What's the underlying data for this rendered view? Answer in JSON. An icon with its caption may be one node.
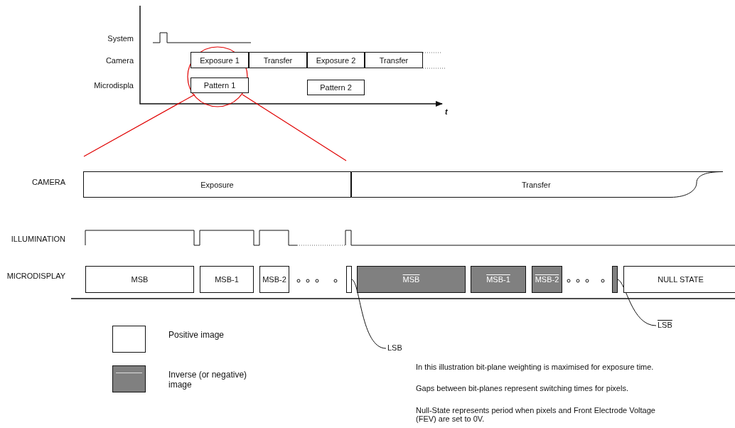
{
  "diagram": {
    "nodes": [
      {
        "text": [
          "Exposure 1"
        ]
      },
      {
        "text": [
          "Transfer"
        ]
      },
      {
        "text": [
          "Exposure 2"
        ]
      },
      {
        "text": [
          "Transfer"
        ]
      },
      {
        "text": [
          "Pattern 1"
        ]
      },
      {
        "text": [
          "Pattern 2"
        ]
      },
      {
        "text": [
          "Exposure"
        ]
      },
      {
        "text": [
          "Transfer"
        ]
      },
      {
        "text": [
          "MSB"
        ]
      },
      {
        "text": [
          "MSB-1"
        ]
      },
      {
        "text": [
          "MSB-2"
        ]
      },
      {
        "text": [],
        "shape": "box"
      },
      {
        "text": [
          "MSB"
        ]
      },
      {
        "text": [
          "MSB-1"
        ]
      },
      {
        "text": [
          "MSB-2"
        ]
      },
      {
        "text": [],
        "shape": "box"
      },
      {
        "text": [
          "NULL STATE"
        ]
      },
      {
        "text": [
          "LSB"
        ]
      },
      {
        "text": [
          "LSB"
        ]
      }
    ],
    "edges": [
      {
        "from": 17,
        "to": 11,
        "arrow": "none"
      },
      {
        "from": 18,
        "to": 15,
        "arrow": "none"
      }
    ],
    "labels": [
      "System",
      "Camera",
      "Microdispla",
      "t",
      "CAMERA",
      "ILLUMINATION",
      "MICRODISPLAY",
      "In this illustration bit-plane weighting is maximised for exposure time.",
      "Gaps between bit-planes represent switching times for pixels.",
      "Null-State represents period when pixels and Front Electrode Voltage (FEV) are set to 0V."
    ],
    "legend": [
      {
        "text": "Positive image",
        "color": "#ffffff"
      },
      {
        "text": "Inverse (or negative) image",
        "color": "#808080"
      }
    ]
  }
}
